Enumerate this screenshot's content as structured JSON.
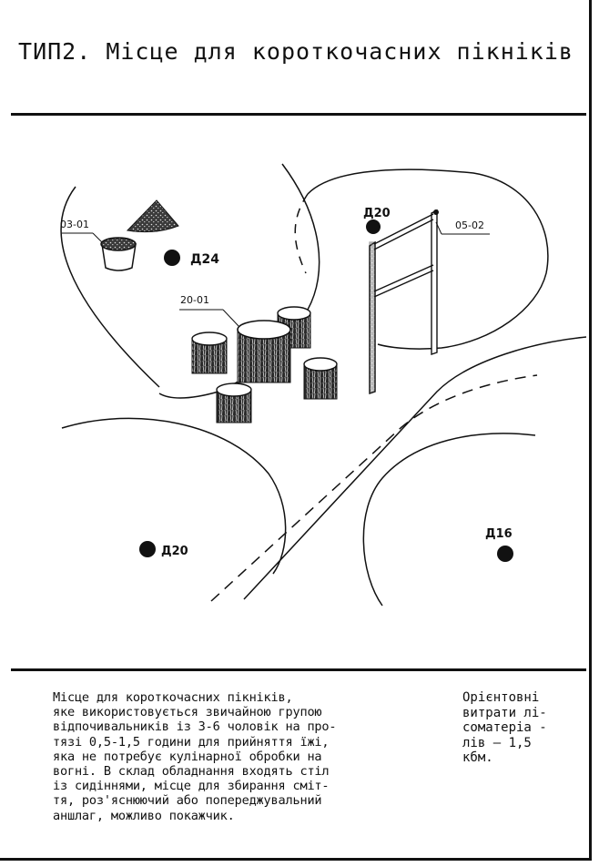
{
  "title": "ТИП2. Місце для короткочасних пікніків",
  "labels": {
    "bin": "03-01",
    "sign": "05-02",
    "stumps": "20-01",
    "tree_d24": "Д24",
    "tree_d20_top": "Д20",
    "tree_d20_bottom": "Д20",
    "tree_d16": "Д16"
  },
  "description": "Місце для короткочасних пікніків,\nяке використовується звичайною групою\nвідпочивальників із 3-6 чоловік на про-\nтязі 0,5-1,5 години для прийняття їжі,\nяка не потребує кулінарної обробки на\nвогні. В склад обладнання входять стіл\nіз сидіннями, місце для збирання сміт-\nтя, роз'яснюючий або попереджувальний\nаншлаг, можливо покажчик.",
  "cost": "Орієнтовні\nвитрати лі-\nсоматеріа -\nлів – 1,5\nкбм."
}
